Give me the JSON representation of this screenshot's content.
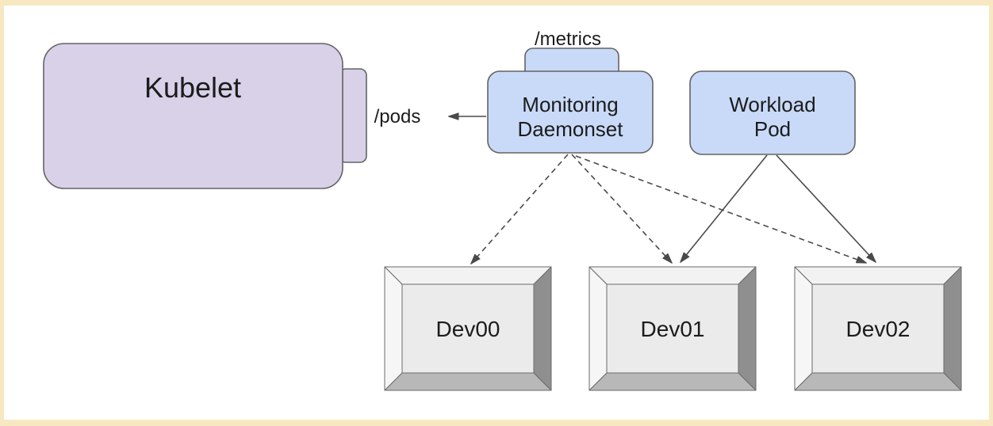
{
  "frame": {
    "border_color": "#f8e8c2",
    "background": "#ffffff"
  },
  "colors": {
    "node_purple_fill": "#d8d1e8",
    "node_blue_fill": "#c9daf8",
    "node_stroke": "#636363",
    "arrow_color": "#4a4a4a",
    "text_color": "#1c1c1c",
    "device_face": "#ebebeb",
    "device_bevel_top": "#f2f2f2",
    "device_bevel_left": "#f6f6f6",
    "device_bevel_right": "#8f8f8f",
    "device_bevel_bottom": "#b8b8b8",
    "device_stroke": "#6b6b6b"
  },
  "nodes": {
    "kubelet": {
      "label": "Kubelet"
    },
    "monitoring_daemonset": {
      "line1": "Monitoring",
      "line2": "Daemonset"
    },
    "workload_pod": {
      "line1": "Workload",
      "line2": "Pod"
    },
    "devices": [
      {
        "label": "Dev00"
      },
      {
        "label": "Dev01"
      },
      {
        "label": "Dev02"
      }
    ]
  },
  "endpoints": {
    "pods": "/pods",
    "metrics": "/metrics"
  },
  "edges": [
    {
      "from": "Monitoring Daemonset",
      "to": "Kubelet /pods",
      "style": "solid-arrow"
    },
    {
      "from": "Monitoring Daemonset",
      "to": "Dev00",
      "style": "dashed-arrow"
    },
    {
      "from": "Monitoring Daemonset",
      "to": "Dev01",
      "style": "dashed-arrow"
    },
    {
      "from": "Monitoring Daemonset",
      "to": "Dev02",
      "style": "dashed-arrow"
    },
    {
      "from": "Workload Pod",
      "to": "Dev01",
      "style": "solid-arrow"
    },
    {
      "from": "Workload Pod",
      "to": "Dev02",
      "style": "solid-arrow"
    }
  ]
}
